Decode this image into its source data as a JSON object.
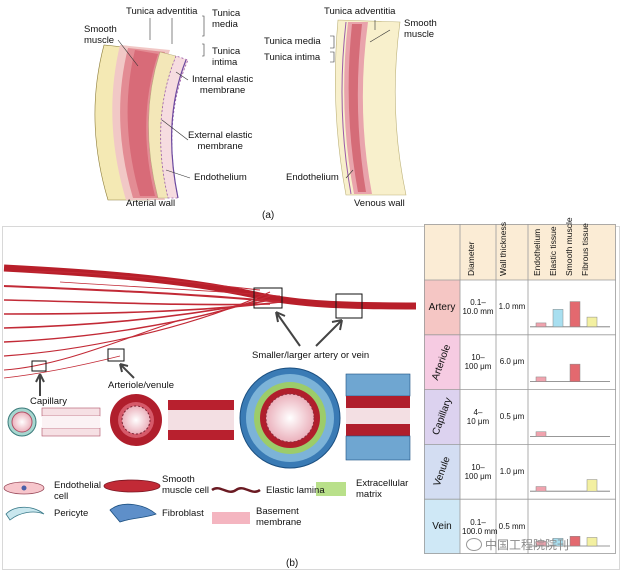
{
  "panel_a": {
    "arterial": {
      "tunica_adventitia": "Tunica adventitia",
      "tunica_media": "Tunica\nmedia",
      "smooth_muscle": "Smooth\nmuscle",
      "tunica_intima": "Tunica\nintima",
      "internal_elastic": "Internal elastic\nmembrane",
      "external_elastic": "External elastic\nmembrane",
      "endothelium": "Endothelium",
      "caption": "Arterial wall"
    },
    "venous": {
      "tunica_adventitia": "Tunica adventitia",
      "smooth_muscle": "Smooth\nmuscle",
      "tunica_media": "Tunica media",
      "tunica_intima": "Tunica intima",
      "endothelium": "Endothelium",
      "caption": "Venous wall"
    },
    "sublabel": "(a)"
  },
  "panel_b": {
    "callout_artery_vein": "Smaller/larger artery or vein",
    "callout_arteriole": "Arteriole/venule",
    "callout_capillary": "Capillary",
    "sublabel": "(b)",
    "legend": [
      {
        "label": "Endothelial\ncell",
        "icon": "endothelial-cell-icon"
      },
      {
        "label": "Smooth\nmuscle cell",
        "icon": "smooth-muscle-cell-icon"
      },
      {
        "label": "Elastic lamina",
        "icon": "elastic-lamina-icon"
      },
      {
        "label": "Extracellular\nmatrix",
        "icon": "extracellular-matrix-icon"
      },
      {
        "label": "Pericyte",
        "icon": "pericyte-icon"
      },
      {
        "label": "Fibroblast",
        "icon": "fibroblast-icon"
      },
      {
        "label": "Basement\nmembrane",
        "icon": "basement-membrane-icon"
      }
    ],
    "table": {
      "headers": [
        "Diameter",
        "Wall thickness",
        "Endothelium",
        "Elastic tissue",
        "Smooth muscle",
        "Fibrous tissue"
      ],
      "rows": [
        {
          "name": "Artery",
          "diameter": "0.1–\n10.0 mm",
          "wall": "1.0 mm",
          "color": "#f5c6c4",
          "bars": [
            0.1,
            0.45,
            0.65,
            0.25
          ]
        },
        {
          "name": "Arteriole",
          "diameter": "10–\n100 μm",
          "wall": "6.0 μm",
          "color": "#f6cbe2",
          "bars": [
            0.12,
            0,
            0.45,
            0
          ]
        },
        {
          "name": "Capillary",
          "diameter": "4–\n10 μm",
          "wall": "0.5 μm",
          "color": "#dcd2ef",
          "bars": [
            0.12,
            0,
            0,
            0
          ]
        },
        {
          "name": "Venule",
          "diameter": "10–\n100 μm",
          "wall": "1.0 μm",
          "color": "#d3ddf2",
          "bars": [
            0.12,
            0,
            0,
            0.3
          ]
        },
        {
          "name": "Vein",
          "diameter": "0.1–\n100.0 mm",
          "wall": "0.5 mm",
          "color": "#cfe8f6",
          "bars": [
            0.12,
            0.2,
            0.25,
            0.22
          ]
        }
      ],
      "bar_colors": [
        "#f0a3ae",
        "#a8dff0",
        "#e3696f",
        "#f3f0a1"
      ]
    }
  },
  "watermark": "中国工程院院刊"
}
